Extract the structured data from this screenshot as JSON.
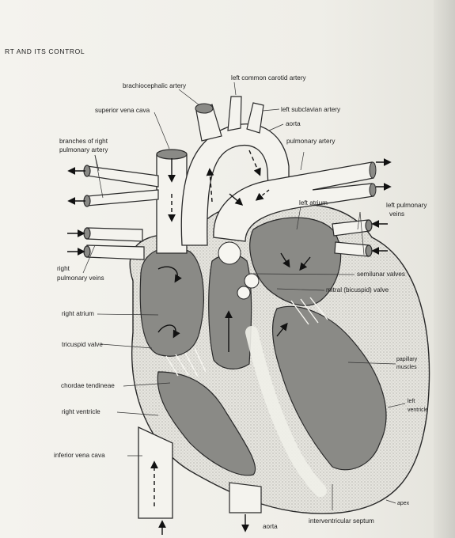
{
  "header": "RT AND ITS CONTROL",
  "labels": {
    "brachiocephalic_artery": "brachiocephalic artery",
    "left_common_carotid_artery": "left common carotid artery",
    "superior_vena_cava": "superior vena cava",
    "left_subclavian_artery": "left subclavian artery",
    "aorta_top": "aorta",
    "branches_right_pulmonary_artery_1": "branches of right",
    "branches_right_pulmonary_artery_2": "pulmonary artery",
    "pulmonary_artery": "pulmonary artery",
    "left_atrium": "left atrium",
    "left_pulmonary_veins_1": "left pulmonary",
    "left_pulmonary_veins_2": "veins",
    "right_pulmonary_veins_1": "right",
    "right_pulmonary_veins_2": "pulmonary veins",
    "semilunar_valves": "semilunar valves",
    "mitral_valve": "mitral (bicuspid) valve",
    "right_atrium": "right atrium",
    "tricuspid_valve": "tricuspid valve",
    "papillary_muscles_1": "papillary",
    "papillary_muscles_2": "muscles",
    "chordae_tendineae": "chordae tendineae",
    "right_ventricle": "right ventricle",
    "left_ventricle_1": "left",
    "left_ventricle_2": "ventricle",
    "inferior_vena_cava": "inferior vena cava",
    "apex": "apex",
    "aorta_bottom": "aorta",
    "interventricular_septum": "interventricular septum"
  },
  "colors": {
    "chamber": "#8a8a86",
    "wall": "#dcdcd6",
    "outline": "#2a2a2a",
    "paper": "#f2f1ec"
  }
}
